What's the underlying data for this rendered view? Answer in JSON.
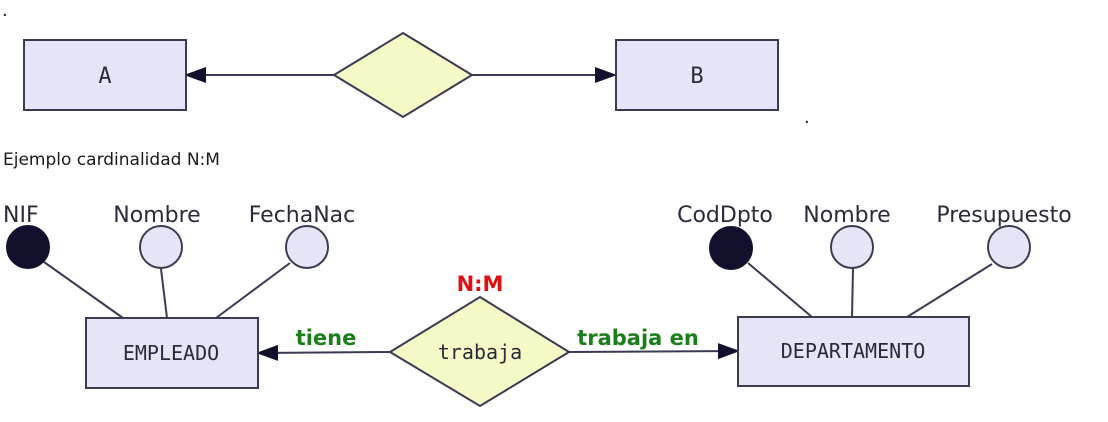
{
  "diagram1": {
    "entity_a": "A",
    "entity_b": "B",
    "dot_left": ".",
    "dot_right": "."
  },
  "caption": "Ejemplo cardinalidad N:M",
  "diagram2": {
    "entity_left": "EMPLEADO",
    "entity_right": "DEPARTAMENTO",
    "relationship": "trabaja",
    "cardinality": "N:M",
    "role_left": "tiene",
    "role_right": "trabaja en",
    "attributes_left": [
      "NIF",
      "Nombre",
      "FechaNac"
    ],
    "attributes_right": [
      "CodDpto",
      "Nombre",
      "Presupuesto"
    ]
  },
  "colors": {
    "entity_fill": "#e4e6f7",
    "relationship_fill": "#f5f9c6",
    "stroke": "#3a3a52",
    "key_attribute_fill": "#11112e",
    "attribute_fill": "#e4e6f7",
    "role_text": "#1a7f1a",
    "cardinality_text": "#e01010",
    "label_text": "#2a2a3a"
  }
}
